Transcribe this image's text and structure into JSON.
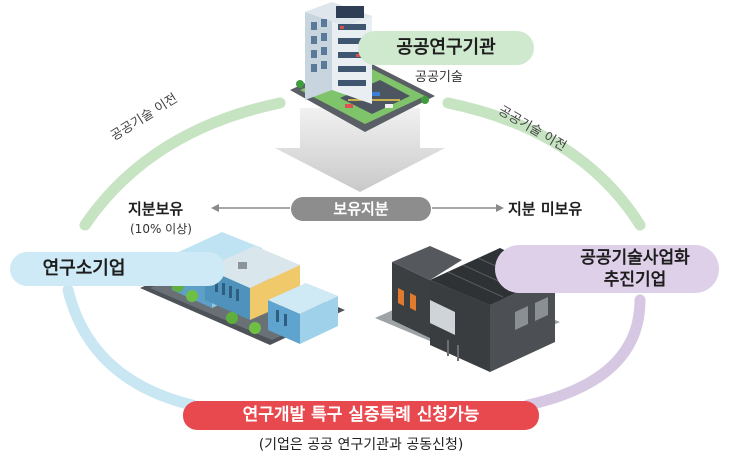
{
  "top_institution": {
    "label": "공공연구기관",
    "sub_label": "공공기술"
  },
  "transfer_left": "공공기술 이전",
  "transfer_right": "공공기술 이전",
  "center_badge": "보유지분",
  "left_share": {
    "title": "지분보유",
    "note": "(10% 이상)"
  },
  "right_share": {
    "title": "지분 미보유"
  },
  "left_company": "연구소기업",
  "right_company": {
    "line1": "공공기술사업화",
    "line2": "추진기업"
  },
  "bottom": {
    "title": "연구개발 특구 실증특례 신청가능",
    "subtitle": "(기업은 공공 연구기관과 공동신청)"
  },
  "colors": {
    "green_pill": "#cfe9cf",
    "blue_pill": "#cfeaf7",
    "purple_pill": "#ddd0e8",
    "red_banner": "#e8494f",
    "gray_badge": "#8d8d8d"
  }
}
